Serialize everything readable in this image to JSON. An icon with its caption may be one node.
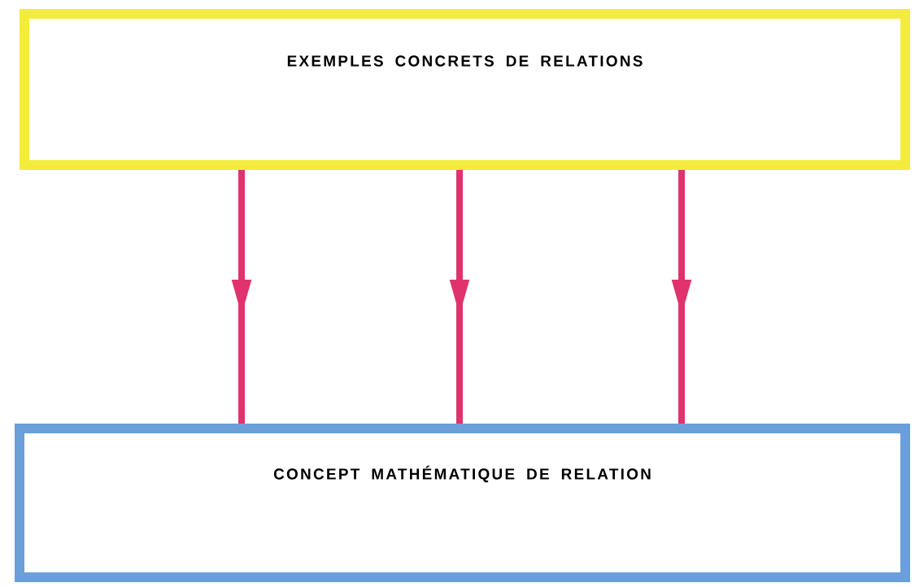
{
  "diagram": {
    "nodes": [
      {
        "text": [
          "EXEMPLES CONCRETS DE RELATIONS"
        ]
      },
      {
        "text": [
          "CONCEPT MATHÉMATIQUE DE RELATION"
        ]
      }
    ],
    "edges": [
      {
        "from": 0,
        "to": 1,
        "arrow": "to"
      },
      {
        "from": 0,
        "to": 1,
        "arrow": "to"
      },
      {
        "from": 0,
        "to": 1,
        "arrow": "to"
      }
    ]
  }
}
